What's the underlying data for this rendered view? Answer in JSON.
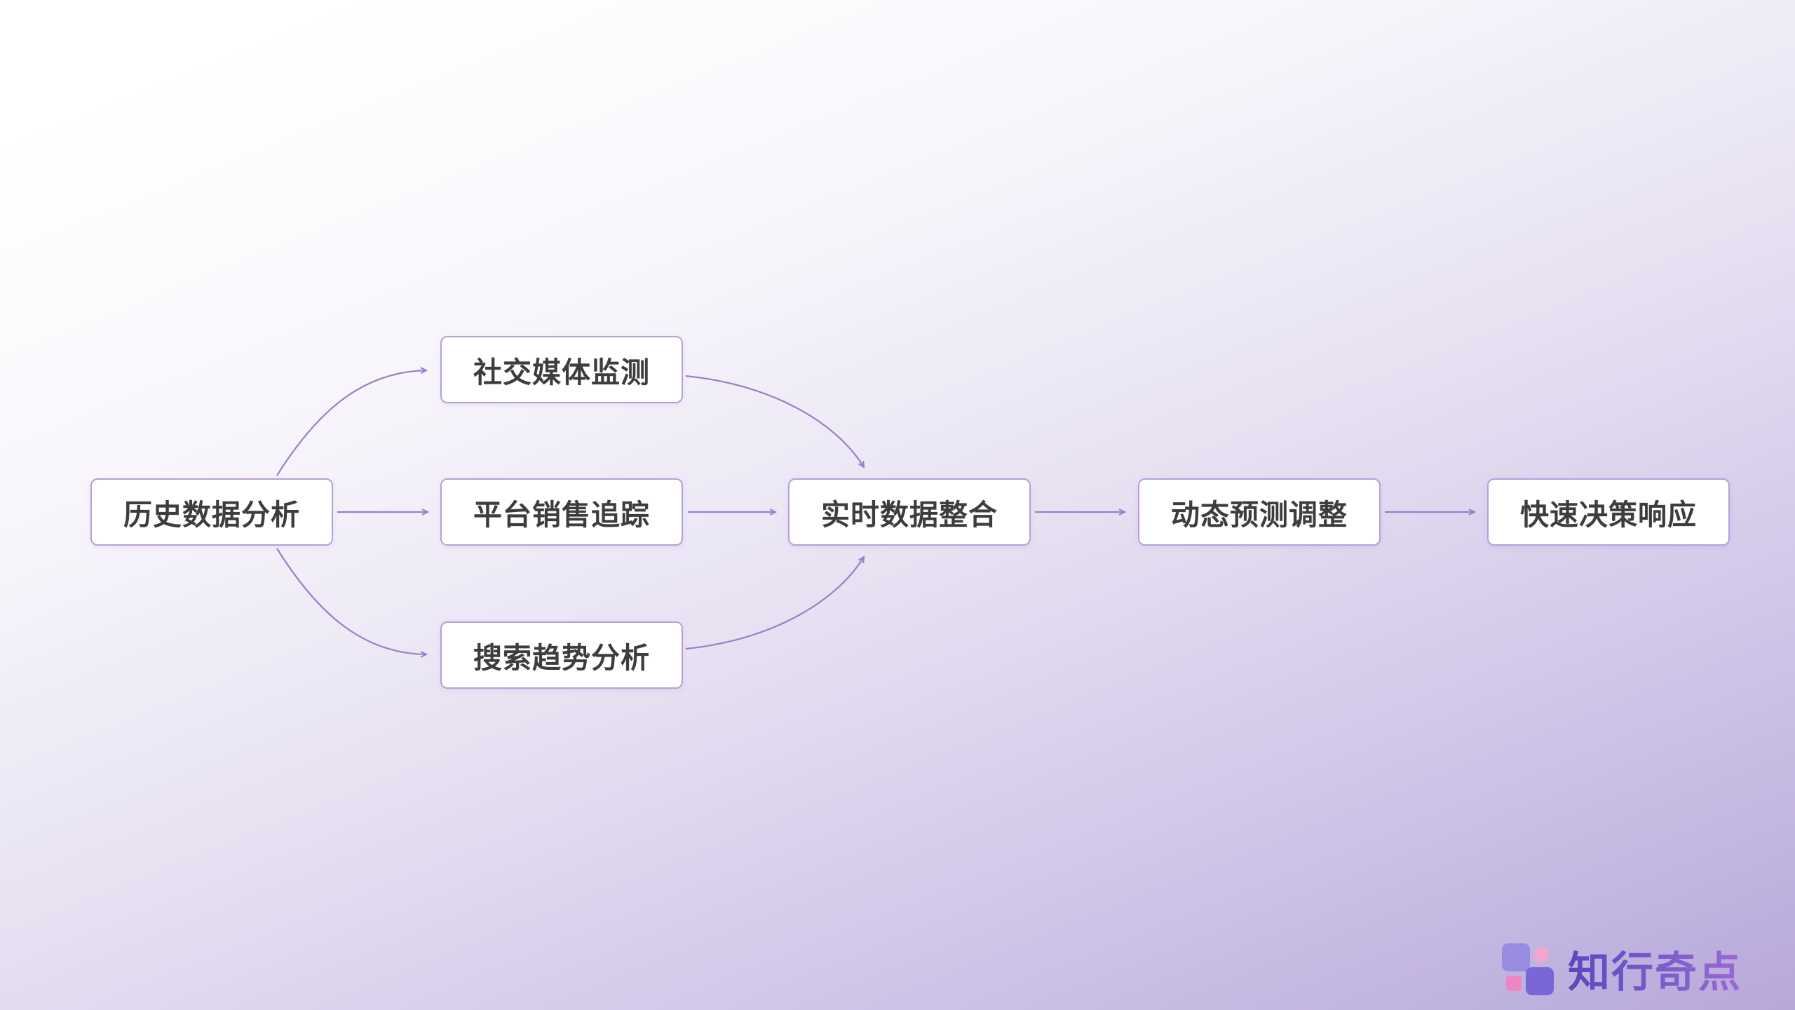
{
  "diagram": {
    "type": "flowchart",
    "nodes": [
      {
        "id": "historical",
        "label": "历史数据分析"
      },
      {
        "id": "social",
        "label": "社交媒体监测"
      },
      {
        "id": "platform",
        "label": "平台销售追踪"
      },
      {
        "id": "search",
        "label": "搜索趋势分析"
      },
      {
        "id": "realtime",
        "label": "实时数据整合"
      },
      {
        "id": "dynamic",
        "label": "动态预测调整"
      },
      {
        "id": "decision",
        "label": "快速决策响应"
      }
    ],
    "edges": [
      {
        "from": "historical",
        "to": "social"
      },
      {
        "from": "historical",
        "to": "platform"
      },
      {
        "from": "historical",
        "to": "search"
      },
      {
        "from": "social",
        "to": "realtime"
      },
      {
        "from": "platform",
        "to": "realtime"
      },
      {
        "from": "search",
        "to": "realtime"
      },
      {
        "from": "realtime",
        "to": "dynamic"
      },
      {
        "from": "dynamic",
        "to": "decision"
      }
    ],
    "colors": {
      "node_border": "#b89fd8",
      "node_bg": "#ffffff",
      "node_text": "#3d3d3f",
      "edge": "#9c7ec8",
      "background_top": "#ffffff",
      "background_bottom": "#b7a8da"
    }
  },
  "branding": {
    "logo_text": "知行奇点",
    "logo_color": "#6a54c4"
  }
}
